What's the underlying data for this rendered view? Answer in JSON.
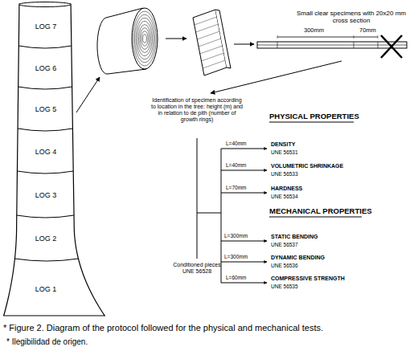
{
  "diagram": {
    "caption": "* Figure 2. Diagram of the protocol followed for the physical and mechanical tests.",
    "nodes": [
      {
        "text": [
          "LOG 7"
        ]
      },
      {
        "text": [
          "LOG 6"
        ]
      },
      {
        "text": [
          "LOG 5"
        ]
      },
      {
        "text": [
          "LOG 4"
        ]
      },
      {
        "text": [
          "LOG 3"
        ]
      },
      {
        "text": [
          "LOG 2"
        ]
      },
      {
        "text": [
          "LOG 1"
        ]
      }
    ],
    "labels": [
      "Small clear specimens with 20x20 mm cross section",
      "300mm",
      "70mm",
      "Identification of specimen according to location in the tree: height (m) and in relation to de pith (number of growth rings)",
      "Conditioned pieces UNE 56528",
      "PHYSICAL PROPERTIES",
      "L=40mm",
      "DENSITY",
      "UNE 56531",
      "L=40mm",
      "VOLUMETRIC SHRINKAGE",
      "UNE 56533",
      "L=70mm",
      "HARDNESS",
      "UNE 56534",
      "MECHANICAL PROPERTIES",
      "L=300mm",
      "STATIC BENDING",
      "UNE 56537",
      "L=300mm",
      "DYNAMIC BENDING",
      "UNE 56536",
      "L=60mm",
      "COMPRESSIVE STRENGTH",
      "UNE 56535",
      "* Ilegibilidad de origen."
    ]
  }
}
